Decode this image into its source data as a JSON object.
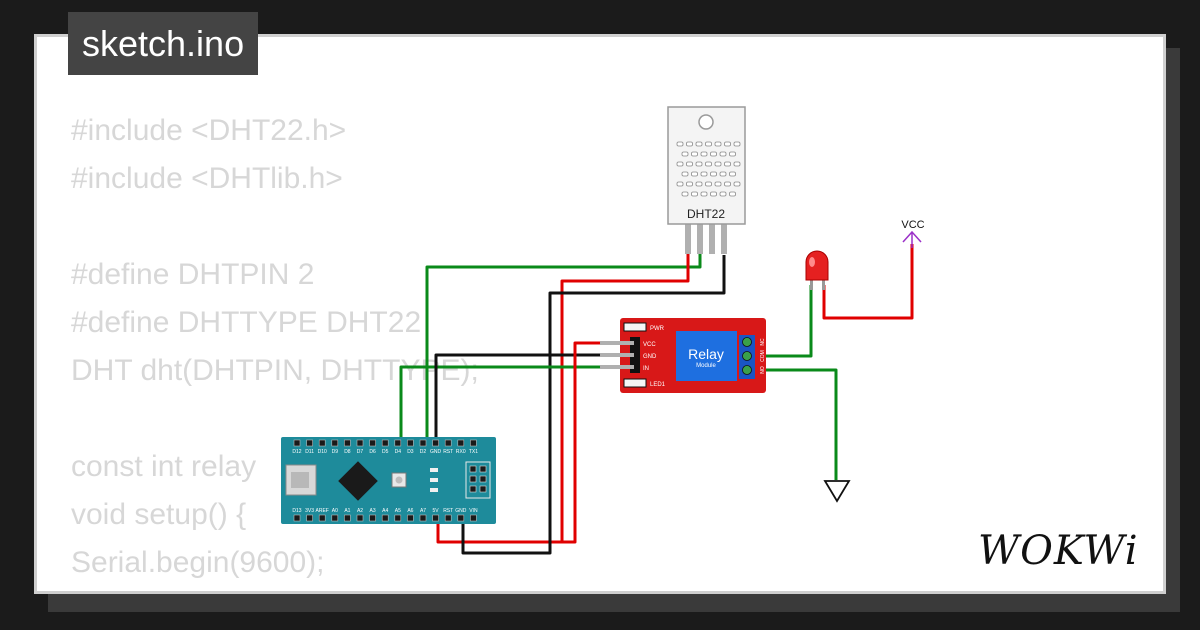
{
  "file_tab": {
    "label": "sketch.ino"
  },
  "code_lines": [
    "#include <DHT22.h>",
    "#include <DHTlib.h>",
    "",
    "#define DHTPIN 2",
    "#define DHTTYPE DHT22",
    "DHT dht(DHTPIN, DHTTYPE);",
    "",
    "const int relay",
    "void setup() {",
    "Serial.begin(9600);"
  ],
  "components": {
    "dht22": {
      "label": "DHT22"
    },
    "relay": {
      "title": "Relay",
      "subtitle": "Module",
      "pins": [
        "VCC",
        "GND",
        "IN"
      ],
      "leds": [
        "PWR",
        "LED1"
      ],
      "terminals": [
        "NO",
        "COM",
        "NC"
      ]
    },
    "vcc": {
      "label": "VCC"
    },
    "nano": {
      "top_pins": [
        "D12",
        "D11",
        "D10",
        "D9",
        "D8",
        "D7",
        "D6",
        "D5",
        "D4",
        "D3",
        "D2",
        "GND",
        "RST",
        "RX0",
        "TX1"
      ],
      "bottom_pins": [
        "D13",
        "3V3",
        "AREF",
        "A0",
        "A1",
        "A2",
        "A3",
        "A4",
        "A5",
        "A6",
        "A7",
        "5V",
        "RST",
        "GND",
        "VIN"
      ]
    }
  },
  "colors": {
    "wire_green": "#0a8a1a",
    "wire_red": "#e00000",
    "wire_black": "#111111",
    "relay_board": "#d81818",
    "relay_block": "#1e6fe0",
    "nano_board": "#1e8b9b",
    "vcc_arrow": "#9b30c8"
  },
  "logo": {
    "text": "WOKWi"
  }
}
